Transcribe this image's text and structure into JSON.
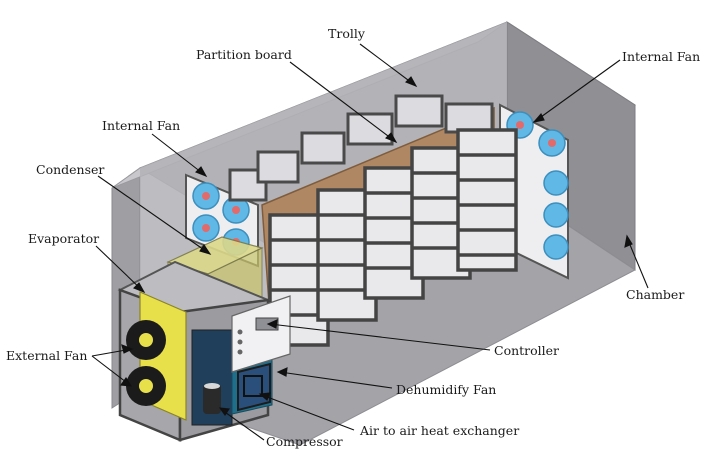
{
  "labels": {
    "trolly": "Trolly",
    "partition_board": "Partition board",
    "internal_fan_right": "Internal Fan",
    "internal_fan_left": "Internal Fan",
    "condenser": "Condenser",
    "evaporator": "Evaporator",
    "external_fan": "External Fan",
    "chamber": "Chamber",
    "controller": "Controller",
    "dehumidify_fan": "Dehumidify Fan",
    "compressor": "Compressor",
    "air_to_air_heat_exchanger": "Air to air heat exchanger"
  },
  "colors": {
    "chamber_wall": "#a9a9ad",
    "frame": "#4a4a4a",
    "tray": "#dcdce0",
    "partition": "#b08763",
    "fan_blue": "#5fb8e6",
    "fan_hub": "#e36a6a",
    "evaporator_yellow": "#e8e04a",
    "condenser_yellow": "#d8d57a",
    "unit_teal": "#1f6f8b",
    "dehumidify_blue": "#2a4f7a"
  }
}
